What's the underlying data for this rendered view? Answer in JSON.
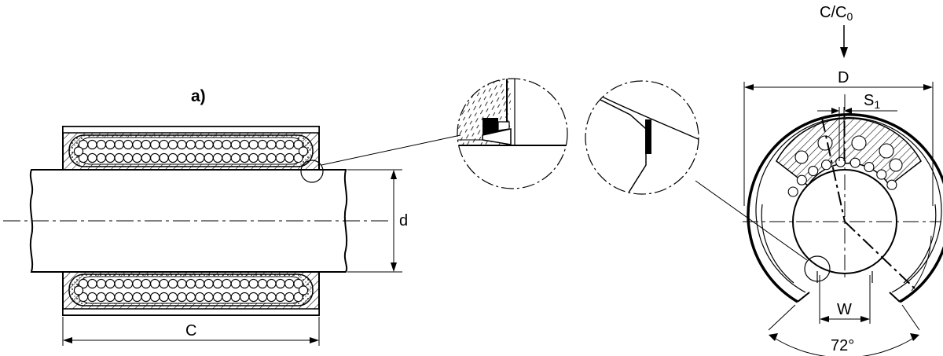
{
  "figure": {
    "panel_label": "a)",
    "labels": {
      "d": "d",
      "C": "C",
      "D": "D",
      "S1": {
        "base": "S",
        "sub": "1"
      },
      "W": "W",
      "load": {
        "base": "C/C",
        "sub": "0"
      },
      "angle": "72°"
    }
  },
  "colors": {
    "line": "#000000",
    "background": "#ffffff"
  }
}
